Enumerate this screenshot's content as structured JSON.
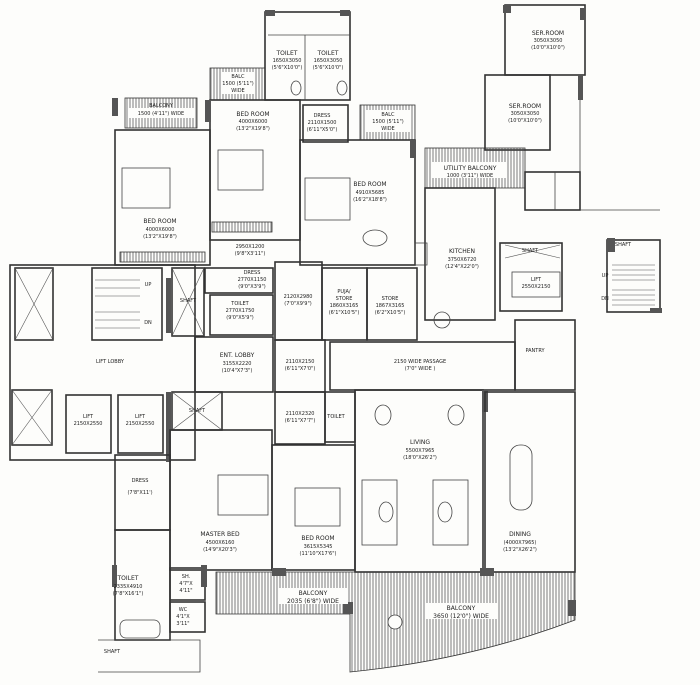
{
  "rooms": {
    "toilet1": {
      "name": "TOILET",
      "size": "1650X3050",
      "imperial": "(5'6\"X10'0\")"
    },
    "toilet2": {
      "name": "TOILET",
      "size": "1650X3050",
      "imperial": "(5'6\"X10'0\")"
    },
    "balc_top": {
      "name": "BALC",
      "size": "1500 (5'11\")",
      "extra": "WIDE"
    },
    "balcony_left": {
      "name": "BALCONY",
      "size": "1500 (4'11\") WIDE"
    },
    "bedroom_mid": {
      "name": "BED ROOM",
      "size": "4000X6000",
      "imperial": "(13'2\"X19'8\")"
    },
    "bedroom_left": {
      "name": "BED ROOM",
      "size": "4000X6000",
      "imperial": "(13'2\"X19'8\")"
    },
    "dress_top": {
      "name": "DRESS",
      "size": "2110X1500",
      "imperial": "(6'11\"X5'0\")"
    },
    "balc_right": {
      "name": "BALC",
      "size": "1500 (5'11\")",
      "extra": "WIDE"
    },
    "bedroom_right": {
      "name": "BED ROOM",
      "size": "4910X5685",
      "imperial": "(16'2\"X18'8\")"
    },
    "corridor_top": {
      "size": "2950X1200",
      "imperial": "(9'8\"X3'11\")"
    },
    "ser_room1": {
      "name": "SER.ROOM",
      "size": "3050X3050",
      "imperial": "(10'0\"X10'0\")"
    },
    "ser_room2": {
      "name": "SER.ROOM",
      "size": "3050X3050",
      "imperial": "(10'0\"X10'0\")"
    },
    "utility_balcony": {
      "name": "UTILITY BALCONY",
      "size": "1000 (3'11\") WIDE"
    },
    "kitchen": {
      "name": "KITCHEN",
      "size": "3750X6720",
      "imperial": "(12'4\"X22'0\")"
    },
    "lift_right": {
      "name": "LIFT",
      "size": "2550X2150"
    },
    "shaft": {
      "name": "SHAFT"
    },
    "stairs": {
      "up": "UP",
      "dn": "DN"
    },
    "lift_lobby": {
      "name": "LIFT LOBBY"
    },
    "lift_a": {
      "name": "LIFT",
      "size": "2150X2550"
    },
    "lift_b": {
      "name": "LIFT",
      "size": "2150X2550"
    },
    "dress_mid": {
      "name": "DRESS",
      "size": "2770X1150",
      "imperial": "(9'0\"X3'9\")"
    },
    "toilet_mid": {
      "name": "TOILET",
      "size": "2770X1750",
      "imperial": "(9'0\"X5'9\")"
    },
    "ent_lobby": {
      "name": "ENT. LOBBY",
      "size": "3155X2220",
      "imperial": "(10'4\"X7'3\")"
    },
    "space_a": {
      "size": "2120X2980",
      "imperial": "(7'0\"X9'9\")"
    },
    "puja_store": {
      "name1": "PUJA/",
      "name2": "STORE",
      "size": "1860X3165",
      "imperial": "(6'1\"X10'5\")"
    },
    "store": {
      "name": "STORE",
      "size": "1867X3165",
      "imperial": "(6'2\"X10'5\")"
    },
    "space_b": {
      "size": "2110X2150",
      "imperial": "(6'11\"X7'0\")"
    },
    "passage": {
      "name": "2150 WIDE PASSAGE",
      "imperial": "(7'0\" WIDE )"
    },
    "pantry": {
      "name": "PANTRY"
    },
    "space_c": {
      "size": "2110X2320",
      "imperial": "(6'11\"X7'7\")"
    },
    "toilet_small": {
      "name": "TOILET"
    },
    "living": {
      "name": "LIVING",
      "size": "5500X7965",
      "imperial": "(18'0\"X26'2\")"
    },
    "dining": {
      "name": "DINING",
      "size": "(4000X7965)",
      "imperial": "(13'2\"X26'2\")"
    },
    "dress_master": {
      "name": "DRESS",
      "imperial": "(7'8\"X11')"
    },
    "master_bed": {
      "name": "MASTER BED",
      "size": "4500X6160",
      "imperial": "(14'9\"X20'3\")"
    },
    "bedroom_bottom": {
      "name": "BED ROOM",
      "size": "3615X5345",
      "imperial": "(11'10\"X17'6\")"
    },
    "toilet_master": {
      "name": "TOILET",
      "size": "2335X4910",
      "imperial": "(7'8\"X16'1\")"
    },
    "shower": {
      "name": "SH.",
      "size": "4'7\"X",
      "imperial": "4'11\""
    },
    "wc": {
      "name": "WC",
      "size": "4'1\"X",
      "imperial": "3'11\""
    },
    "shaft_bottom": {
      "name": "SHAFT"
    },
    "balcony_bottom_left": {
      "name": "BALCONY",
      "size": "2035 (6'8\") WIDE"
    },
    "balcony_bottom_right": {
      "name": "BALCONY",
      "size": "3650 (12'0\") WIDE"
    }
  },
  "colors": {
    "wall": "#333333",
    "column": "#555555",
    "paper": "#fdfdfb"
  }
}
